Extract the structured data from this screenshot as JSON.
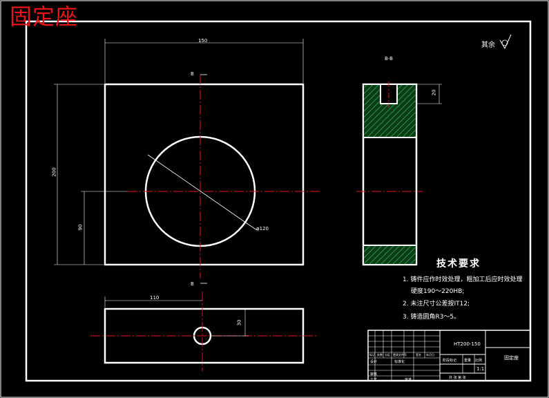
{
  "title": "固定座",
  "dimensions": {
    "width": "150",
    "height": "200",
    "hole_height": "90",
    "diameter": "φ120",
    "bottom_width": "110",
    "bottom_offset": "30",
    "right_depth": "20"
  },
  "section_labels": {
    "top": "B",
    "bottom": "B",
    "right_view": "B-B"
  },
  "roughness": "其余",
  "technical_requirements": {
    "title": "技术要求",
    "items": [
      "1. 铸件应作时效处理，粗加工后应时效处理",
      "硬度190～220HB;",
      "2. 未注尺寸公差按IT12;",
      "3. 铸造圆角R3～5。"
    ]
  },
  "title_block": {
    "material": "HT200-150",
    "name": "固定座",
    "scale": "1:1",
    "row_labels": [
      "标记",
      "处数",
      "分区",
      "更改文件号",
      "签名",
      "年月日"
    ],
    "designer_label": "设计",
    "std_label": "标准化",
    "stage_label": "阶段标记",
    "weight_label": "重量",
    "scale_label": "比例",
    "review_label": "审核",
    "process_label": "工艺",
    "approve_label": "批准",
    "sheet_label": "共 张 第 张"
  },
  "colors": {
    "background": "#000000",
    "line": "#ffffff",
    "center": "#e8141a",
    "hatch": "#1f9e3a"
  }
}
